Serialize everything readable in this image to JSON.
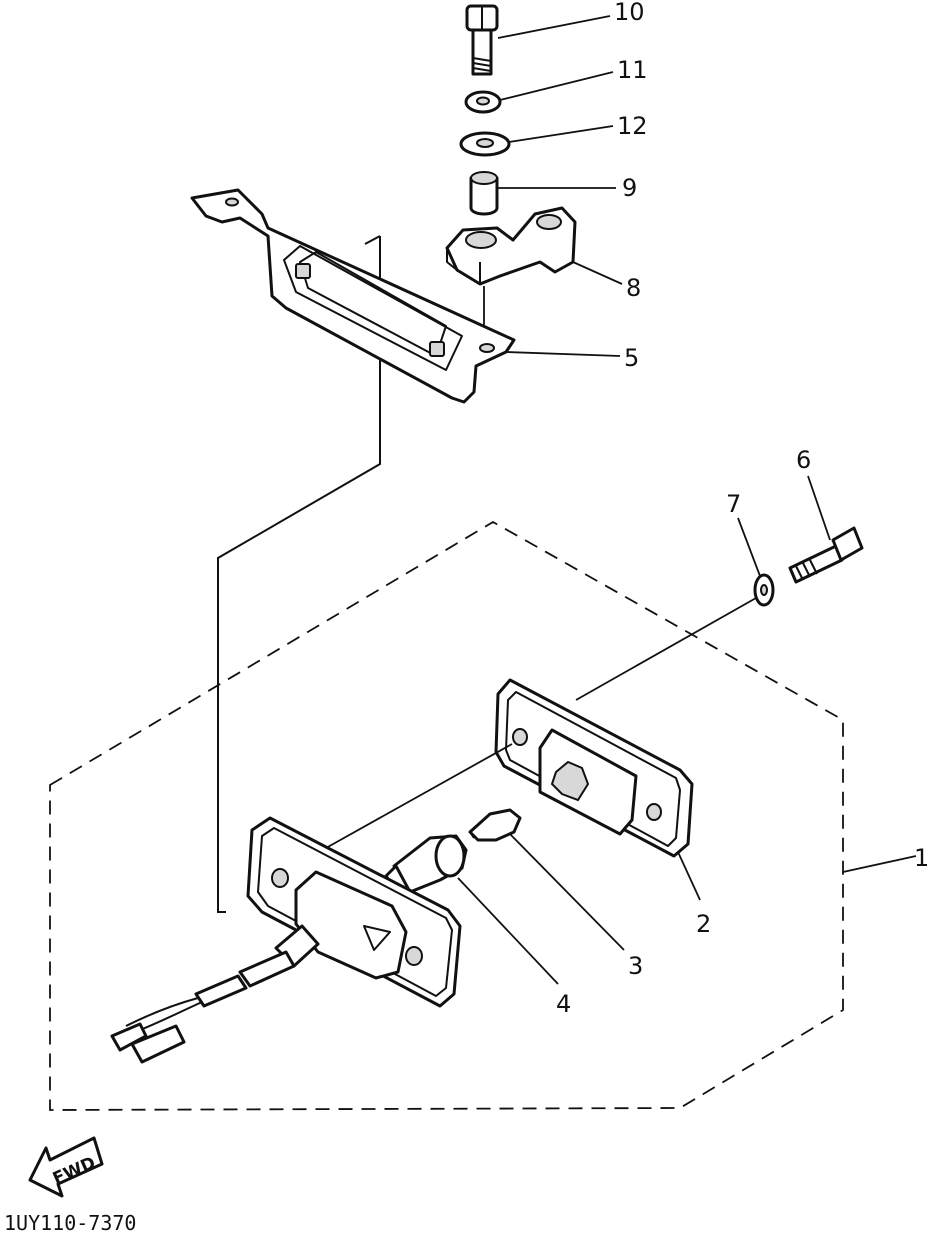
{
  "diagram": {
    "callouts": {
      "c1": "1",
      "c2": "2",
      "c3": "3",
      "c4": "4",
      "c5": "5",
      "c6": "6",
      "c7": "7",
      "c8": "8",
      "c9": "9",
      "c10": "10",
      "c11": "11",
      "c12": "12"
    },
    "fwd_label": "FWD",
    "drawing_code": "1UY110-7370"
  },
  "colors": {
    "ink": "#111111",
    "paper": "#ffffff",
    "shade": "#d8d8d8"
  }
}
